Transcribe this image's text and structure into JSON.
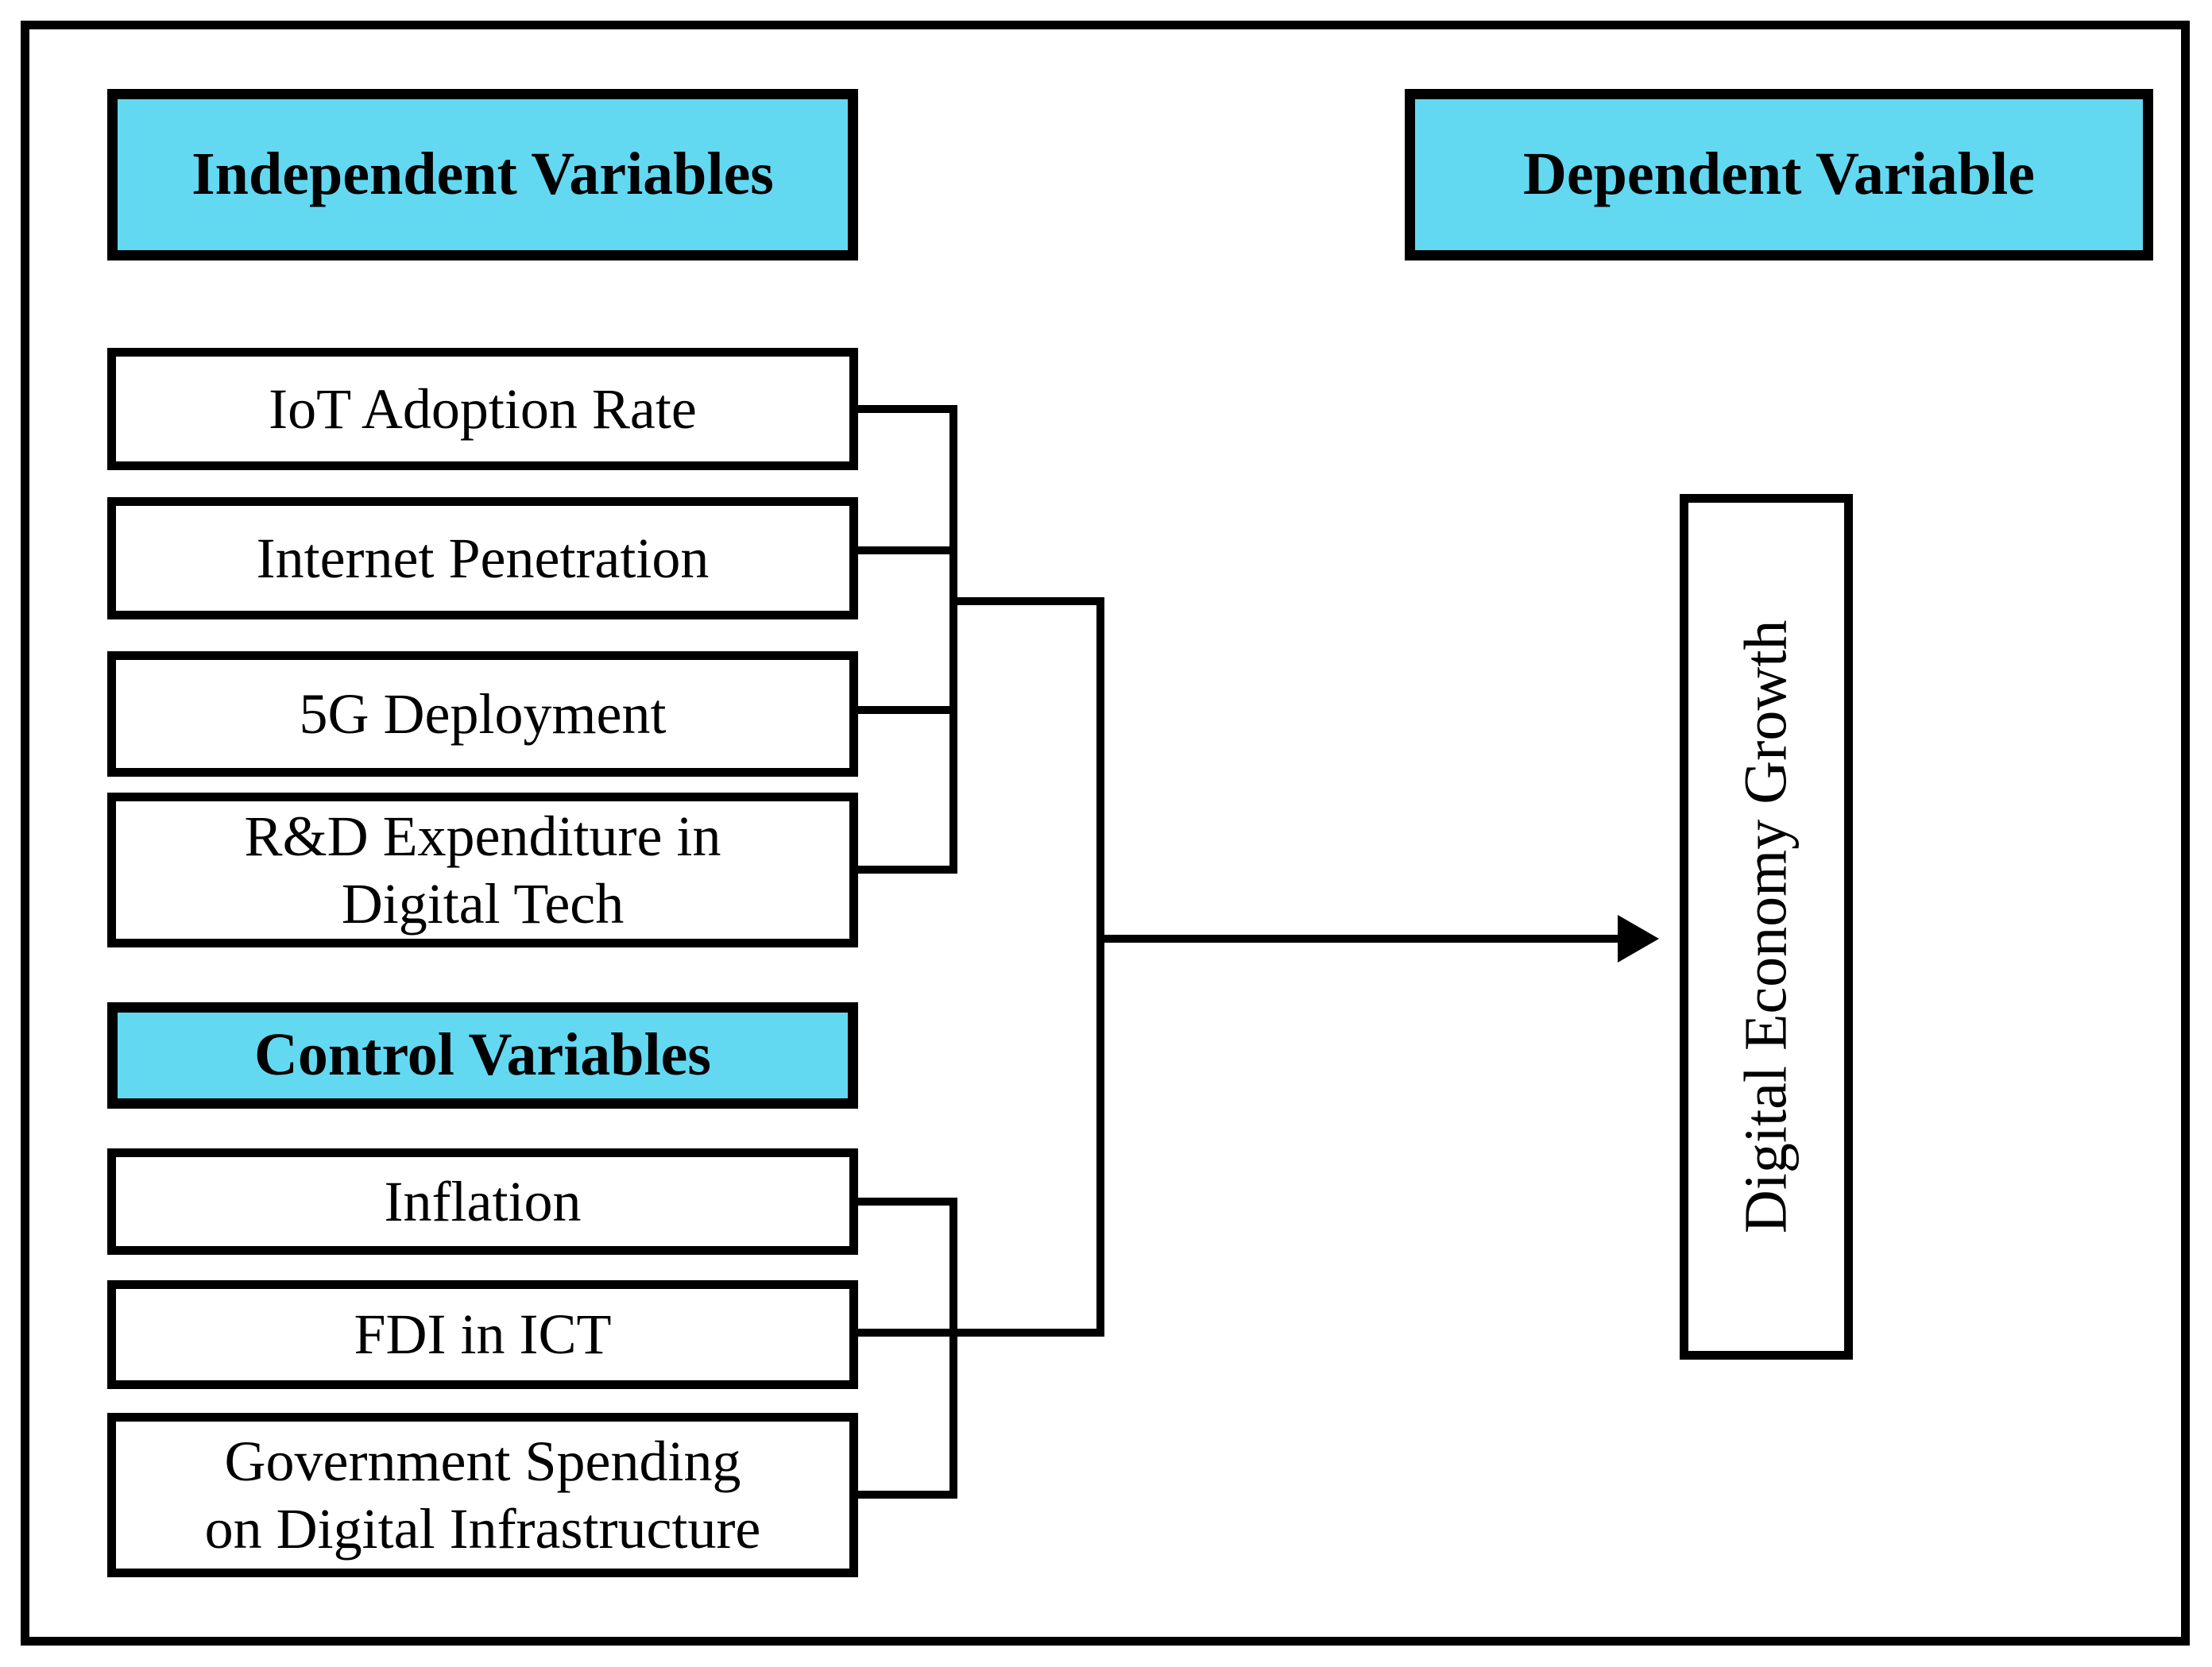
{
  "diagram": {
    "headers": {
      "independent": "Independent Variables",
      "control": "Control Variables",
      "dependent": "Dependent Variable"
    },
    "independent_boxes": [
      {
        "label": "IoT Adoption Rate"
      },
      {
        "label": "Internet Penetration"
      },
      {
        "label": "5G Deployment"
      },
      {
        "label": "R&D Expenditure in\nDigital Tech"
      }
    ],
    "control_boxes": [
      {
        "label": "Inflation"
      },
      {
        "label": "FDI in ICT"
      },
      {
        "label": "Government Spending\non Digital Infrastructure"
      }
    ],
    "dependent_box": {
      "label": "Digital Economy Growth"
    },
    "colors": {
      "header_fill": "#63D8F1",
      "line": "#000000",
      "background": "#FFFFFF"
    }
  }
}
